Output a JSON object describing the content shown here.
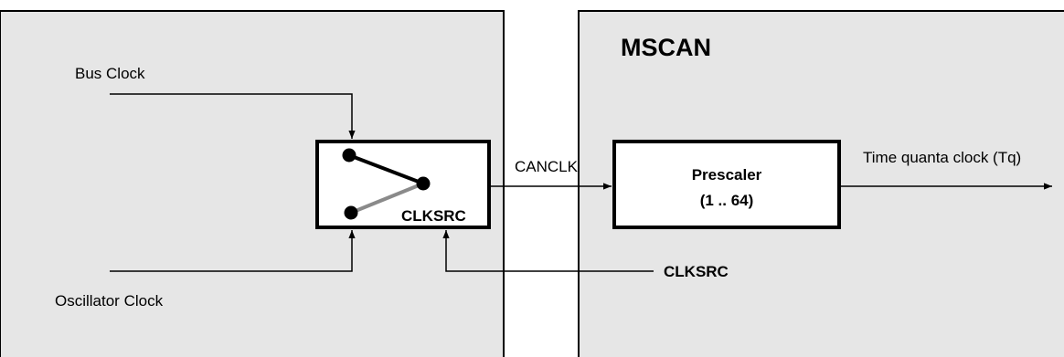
{
  "left_block": {
    "bus_clock_label": "Bus Clock",
    "oscillator_clock_label": "Oscillator Clock",
    "mux_label": "CLKSRC"
  },
  "mscan_block": {
    "title": "MSCAN",
    "prescaler_title": "Prescaler",
    "prescaler_range": "(1 .. 64)",
    "clksrc_control_label": "CLKSRC"
  },
  "signals": {
    "canclk_label": "CANCLK",
    "output_label": "Time quanta clock (Tq)"
  },
  "colors": {
    "block_fill": "#e6e6e6",
    "line": "#000000",
    "inactive_switch": "#8a8a8a"
  }
}
